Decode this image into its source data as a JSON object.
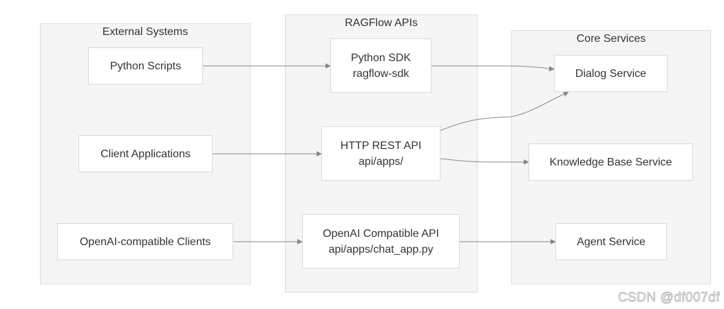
{
  "groups": {
    "external": {
      "title": "External Systems"
    },
    "apis": {
      "title": "RAGFlow APIs"
    },
    "core": {
      "title": "Core Services"
    }
  },
  "nodes": {
    "python_scripts": {
      "line1": "Python Scripts"
    },
    "client_apps": {
      "line1": "Client Applications"
    },
    "openai_clients": {
      "line1": "OpenAI-compatible Clients"
    },
    "python_sdk": {
      "line1": "Python SDK",
      "line2": "ragflow-sdk"
    },
    "http_rest": {
      "line1": "HTTP REST API",
      "line2": "api/apps/"
    },
    "openai_api": {
      "line1": "OpenAI Compatible API",
      "line2": "api/apps/chat_app.py"
    },
    "dialog": {
      "line1": "Dialog Service"
    },
    "kb": {
      "line1": "Knowledge Base Service"
    },
    "agent": {
      "line1": "Agent Service"
    }
  },
  "edges": [
    {
      "from": "Python Scripts",
      "to": "Python SDK"
    },
    {
      "from": "Client Applications",
      "to": "HTTP REST API"
    },
    {
      "from": "OpenAI-compatible Clients",
      "to": "OpenAI Compatible API"
    },
    {
      "from": "Python SDK",
      "to": "Dialog Service"
    },
    {
      "from": "HTTP REST API",
      "to": "Dialog Service"
    },
    {
      "from": "HTTP REST API",
      "to": "Knowledge Base Service"
    },
    {
      "from": "OpenAI Compatible API",
      "to": "Agent Service"
    }
  ],
  "watermark": "CSDN @df007df",
  "colors": {
    "group_fill": "#f5f5f5",
    "group_border": "#dcdcdc",
    "node_fill": "#ffffff",
    "node_border": "#d9d9d9",
    "edge": "#888888",
    "text": "#333333"
  }
}
